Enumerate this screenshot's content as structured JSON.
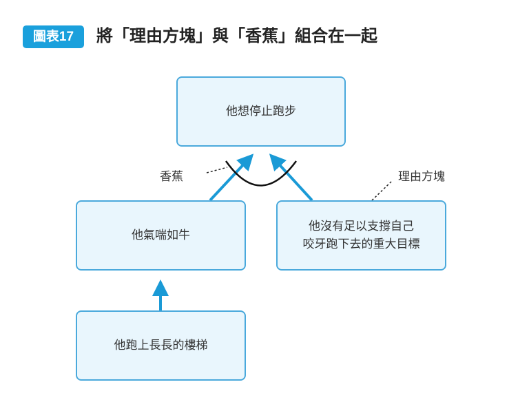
{
  "header": {
    "badge": "圖表17",
    "title": "將「理由方塊」與「香蕉」組合在一起"
  },
  "nodes": {
    "top": "他想停止跑步",
    "middle_left": "他氣喘如牛",
    "right_line1": "他沒有足以支撐自己",
    "right_line2": "咬牙跑下去的重大目標",
    "bottom": "他跑上長長的樓梯"
  },
  "labels": {
    "banana": "香蕉",
    "reason_block": "理由方塊"
  },
  "colors": {
    "accent": "#1aa0dc",
    "box_fill": "#e9f6fd",
    "box_border": "#4aa9dc"
  }
}
